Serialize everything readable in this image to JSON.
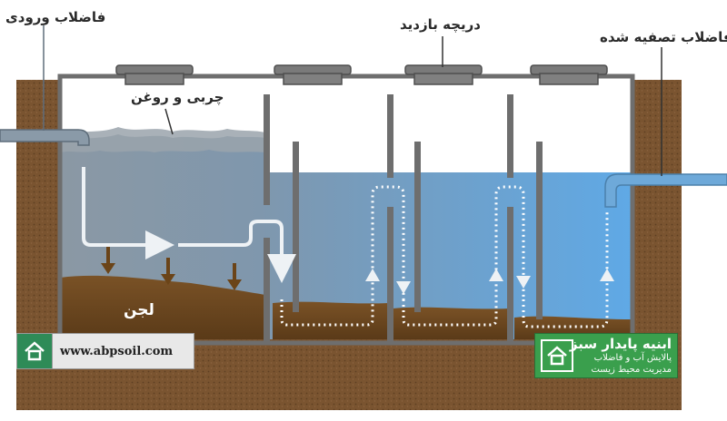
{
  "labels": {
    "inlet": "فاضلاب ورودی",
    "access_hatch": "دریچه بازدید",
    "treated_outlet": "فاضلاب تصفیه شده",
    "grease_oil": "چربی و روغن",
    "sludge": "لجن"
  },
  "watermark": {
    "website": "www.abpsoil.com",
    "brand_name": "ابنیه پایدار سبز",
    "brand_line1": "پالایش آب و فاضلاب",
    "brand_line2": "مدیریت محیط زیست"
  },
  "colors": {
    "soil": "#7a5430",
    "tank_frame": "#707070",
    "water_left": "#8c9aa6",
    "water_right": "#6ea9d9",
    "sludge": "#6b4720",
    "flow_arrow": "#eef2f5",
    "settle_arrow": "#6b4418",
    "brand_green": "#3a9f4d"
  }
}
